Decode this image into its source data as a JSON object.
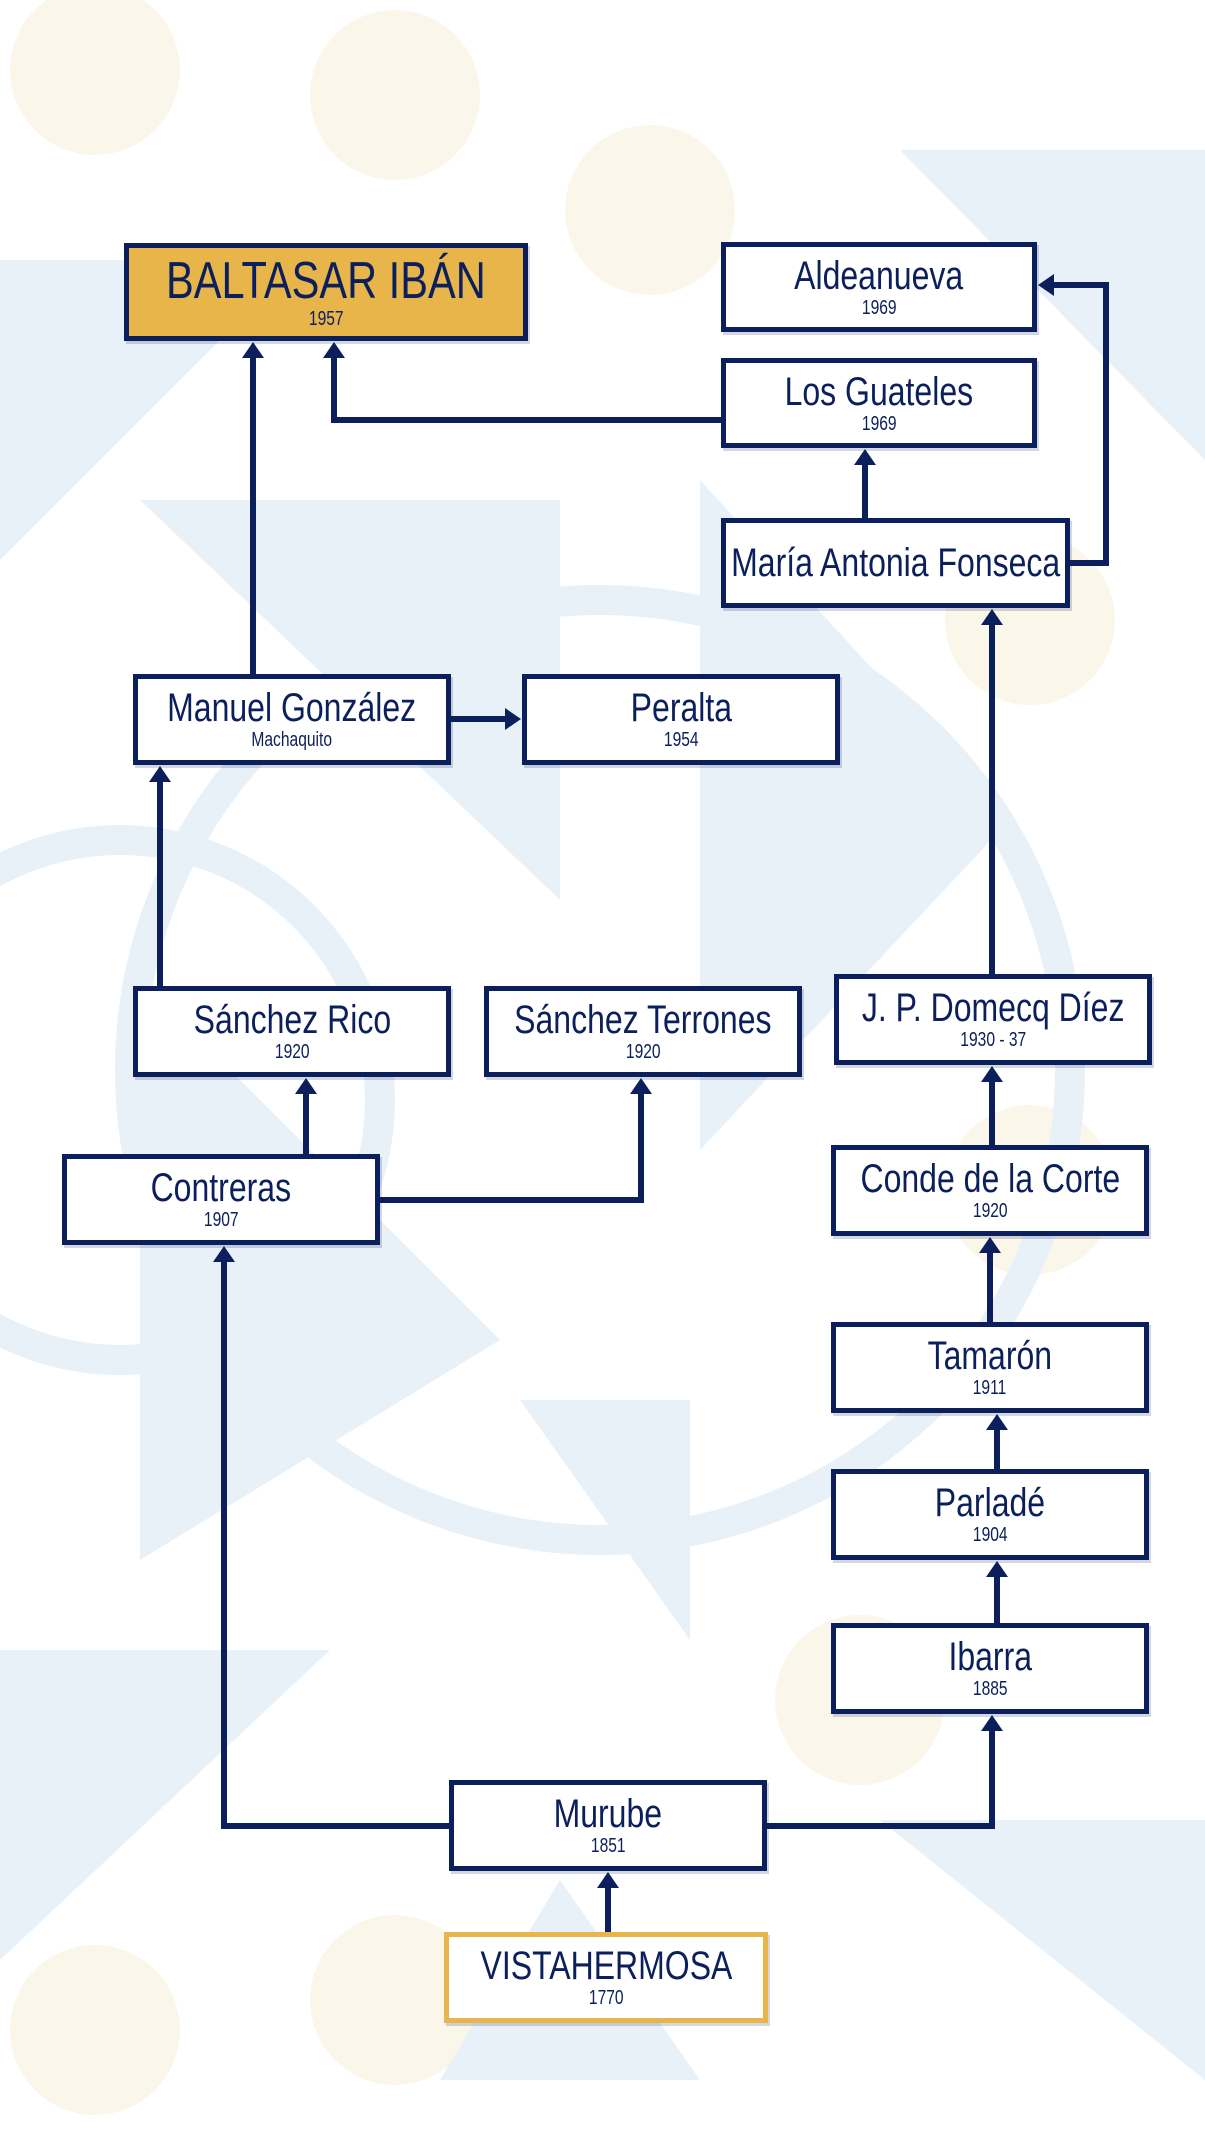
{
  "colors": {
    "navy": "#0b1f5c",
    "gold": "#e8b54a",
    "bg_blue": "#e8f0f8",
    "bg_cream": "#fbf6ea"
  },
  "nodes": {
    "baltasar_iban": {
      "name": "BALTASAR IBÁN",
      "sub": "1957"
    },
    "aldeanueva": {
      "name": "Aldeanueva",
      "sub": "1969"
    },
    "los_guateles": {
      "name": "Los Guateles",
      "sub": "1969"
    },
    "maria_antonia_fonseca": {
      "name": "María Antonia Fonseca",
      "sub": ""
    },
    "manuel_gonzalez": {
      "name": "Manuel González",
      "sub": "Machaquito"
    },
    "peralta": {
      "name": "Peralta",
      "sub": "1954"
    },
    "sanchez_rico": {
      "name": "Sánchez Rico",
      "sub": "1920"
    },
    "sanchez_terrones": {
      "name": "Sánchez Terrones",
      "sub": "1920"
    },
    "jp_domecq_diez": {
      "name": "J. P. Domecq Díez",
      "sub": "1930 - 37"
    },
    "contreras": {
      "name": "Contreras",
      "sub": "1907"
    },
    "conde_de_la_corte": {
      "name": "Conde de la Corte",
      "sub": "1920"
    },
    "tamaron": {
      "name": "Tamarón",
      "sub": "1911"
    },
    "parlade": {
      "name": "Parladé",
      "sub": "1904"
    },
    "ibarra": {
      "name": "Ibarra",
      "sub": "1885"
    },
    "murube": {
      "name": "Murube",
      "sub": "1851"
    },
    "vistahermosa": {
      "name": "VISTAHERMOSA",
      "sub": "1770"
    }
  }
}
